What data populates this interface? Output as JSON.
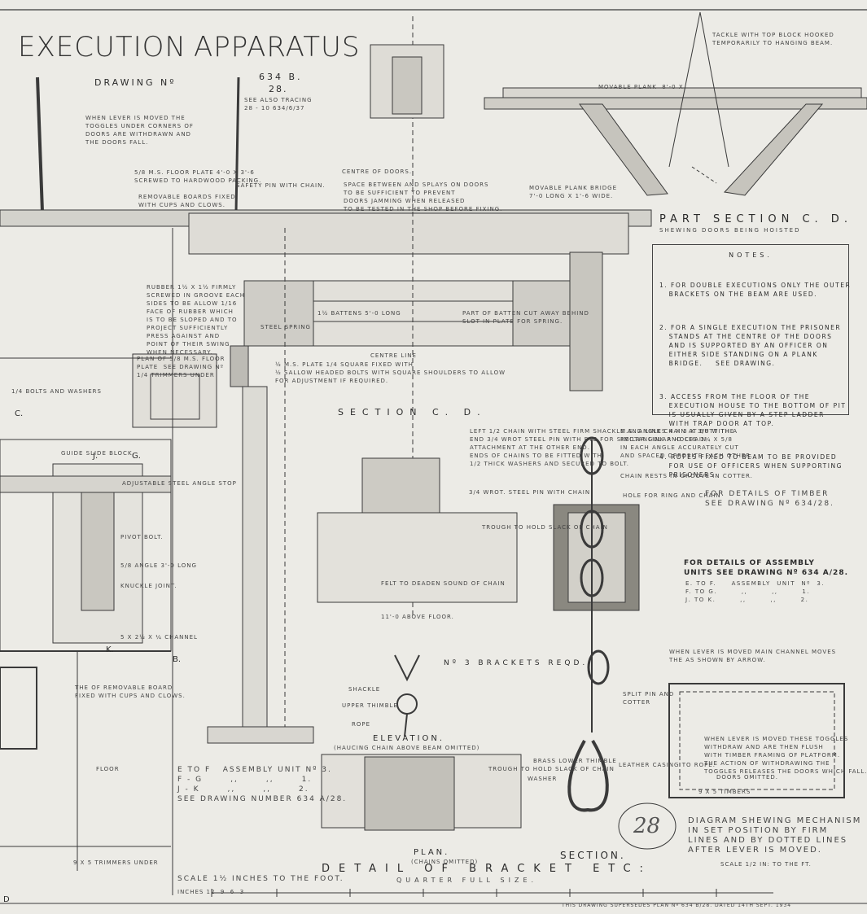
{
  "title_left": "EXECUTION",
  "title_right": "APPARATUS",
  "drawing_no_label": "DRAWING Nº",
  "drawing_no_value": "634 B.",
  "drawing_no_sub": "28.",
  "see_also": "SEE ALSO TRACING 28 - 10 634/6/37",
  "sections": {
    "part_section": "PART SECTION C. D.",
    "part_section_sub": "SHEWING DOORS BEING HOISTED",
    "section_cd": "SECTION C. D.",
    "elevation": "ELEVATION.",
    "elevation_sub": "(HAUCING CHAIN ABOVE BEAM OMITTED)",
    "plan": "PLAN.",
    "plan_sub": "(CHAINS OMITTED)",
    "section": "SECTION.",
    "detail": "DETAIL OF BRACKET ETC:",
    "detail_sub": "QUARTER FULL SIZE.",
    "brackets_reqd": "Nº 3 BRACKETS REQD."
  },
  "notes": {
    "header": "NOTES.",
    "items": [
      "1. FOR DOUBLE EXECUTIONS ONLY THE OUTER\n   BRACKETS ON THE BEAM ARE USED.",
      "2. FOR A SINGLE EXECUTION THE PRISONER\n   STANDS AT THE CENTRE OF THE DOORS\n   AND IS SUPPORTED BY AN OFFICER ON\n   EITHER SIDE STANDING ON A PLANK\n   BRIDGE.    SEE DRAWING.",
      "3. ACCESS FROM THE FLOOR OF THE\n   EXECUTION HOUSE TO THE BOTTOM OF PIT\n   IS USUALLY GIVEN BY A STEP LADDER\n   WITH TRAP DOOR AT TOP.",
      "4. ROPES FIXED TO BEAM TO BE PROVIDED\n   FOR USE OF OFFICERS WHEN SUPPORTING\n   PRISONERS."
    ]
  },
  "timber_ref": "FOR DETAILS OF TIMBER\nSEE DRAWING Nº 634/28.",
  "assembly_ref": {
    "heading": "FOR DETAILS OF ASSEMBLY\nUNITS SEE DRAWING Nº 634 A/28.",
    "rows": "E. TO F.     ASSEMBLY  UNIT  Nº  3.\nF. TO G.        ,,        ,,        1.\nJ. TO K.        ,,        ,,        2."
  },
  "assembly_left": "E TO F   ASSEMBLY UNIT Nº 3.\nF - G       ,,       ,,       1.\nJ - K       ,,       ,,       2.\nSEE DRAWING NUMBER 634 A/28.",
  "diagram_caption": "DIAGRAM SHEWING MECHANISM\nIN SET POSITION BY FIRM\nLINES AND BY DOTTED LINES\nAFTER LEVER IS MOVED.",
  "diagram_scale": "SCALE 1/2 IN: TO THE FT.",
  "scale_note": "SCALE 1½ INCHES TO THE FOOT.",
  "scale_bar_label": "INCHES 12  9  6  3",
  "supersedes": "THIS DRAWING SUPERSEDES PLAN Nº 634 B/28. DATED 14TH SEPT. 1934",
  "handwritten_mark": "28",
  "reference_letters": {
    "c": "C.",
    "j": "J.",
    "g": "G.",
    "k": "K.",
    "b": "B.",
    "d": "D"
  },
  "annotations": {
    "lever_note": "WHEN LEVER IS MOVED THE\nTOGGLES UNDER CORNERS OF\nDOORS ARE WITHDRAWN AND\nTHE DOORS FALL.",
    "floor_plate": "5/8 M.S. FLOOR PLATE 4'-0 X 3'-6\nSCREWED TO HARDWOOD PACKING.",
    "removable_boards": "REMOVABLE BOARDS FIXED\nWITH CUPS AND CLOWS.",
    "safety_pin": "SAFETY PIN WITH CHAIN.",
    "centre_doors": "CENTRE OF DOORS.",
    "space_note": "SPACE BETWEEN AND SPLAYS ON DOORS\nTO BE SUFFICIENT TO PREVENT\nDOORS JAMMING WHEN RELEASED\nTO BE TESTED IN THE SHOP BEFORE FIXING.",
    "movable_plank": "MOVABLE PLANK BRIDGE\n7'-0 LONG X 1'-6 WIDE.",
    "movable_plank_top": "MOVABLE PLANK  8'-0 X",
    "tackle": "TACKLE WITH TOP BLOCK HOOKED\nTEMPORARILY TO HANGING BEAM.",
    "steel_spring": "STEEL SPRING",
    "battens": "1½ BATTENS 5'-0 LONG",
    "part_batten": "PART OF BATTEN CUT AWAY BEHIND\nSLOT IN PLATE FOR SPRING.",
    "centre_line": "CENTRE LINE",
    "plate_bolts": "½ M.S. PLATE 1/4 SQUARE FIXED WITH\n½ SALLOW HEADED BOLTS WITH SQUARE SHOULDERS TO ALLOW\nFOR ADJUSTMENT IF REQUIRED.",
    "plan_floor_plate": "PLAN OF 5/8 M.S. FLOOR\nPLATE  SEE DRAWING Nº\n1/4 TRIMMERS UNDER",
    "shackle": "SHACKLE",
    "upper_thimble": "UPPER THIMBLE",
    "rope": "ROPE",
    "chain_note": "LEFT 1/2 CHAIN WITH STEEL FIRM SHACKLE AND LINK CHAIN AT BUTT THE\nEND 3/4 WROT STEEL PIN WITH EYE FOR SIMILAR LINK AND CHAIN\nATTACHMENT AT THE OTHER END.\nENDS OF CHAINS TO BE FITTED WITH\n1/2 THICK WASHERS AND SECURED TO BOLT.",
    "angles_note": "M.S. ANGLES 4 X 3 X 3/8 WITH A\nRECTANGULAR HOLES 1¼ X 5/8\nIN EACH ANGLE ACCURATELY CUT\nAND SPACED OPPOSITE EACH OTHER.",
    "wrot_pin": "3/4 WROT. STEEL PIN WITH CHAIN",
    "hole_ring": "HOLE FOR RING AND CHAIN",
    "chain_rests": "CHAIN RESTS IN GROOVE IN COTTER.",
    "trough": "TROUGH TO HOLD SLACK OF CHAIN",
    "felt": "FELT TO DEADEN SOUND OF CHAIN",
    "above_floor": "11'-0 ABOVE FLOOR.",
    "split_pin": "SPLIT PIN AND\nCOTTER",
    "leather_casing": "LEATHER CASING TO ROPE.",
    "lower_thimble": "BRASS LOWER THIMBLE",
    "washer": "WASHER",
    "lever_main_channel": "WHEN LEVER IS MOVED MAIN CHANNEL MOVES\nTHE AS SHOWN BY ARROW.",
    "toggle_note": "WHEN LEVER IS MOVED THESE TOGGLES\nWITHDRAW AND ARE THEN FLUSH\nWITH TIMBER FRAMING OF PLATFORM.\nTHE ACTION OF WITHDRAWING THE\nTOGGLES RELEASES THE DOORS WHICH FALL.",
    "doors_omitted": "DOORS OMITTED.",
    "timbers": "9 X 5 TIMBERS",
    "floor": "FLOOR",
    "trimmers_under": "9 X 5 TRIMMERS UNDER",
    "bolts_washers": "1/4 BOLTS AND WASHERS",
    "pivot_bolt": "PIVOT BOLT.",
    "knuckle_joint": "KNUCKLE JOINT.",
    "angle_long": "5/8 ANGLE 3'-0 LONG",
    "channel": "5 X 2½ X ¼ CHANNEL",
    "guide_slide": "GUIDE SLIDE BLOCK.",
    "adjustable": "ADJUSTABLE STEEL ANGLE STOP",
    "removable_boards_2": "THE OF REMOVABLE BOARD\nFIXED WITH CUPS AND CLOWS.",
    "rubber": "RUBBER 1½ X 1½ FIRMLY\nSCREWED IN GROOVE EACH\nSIDES TO BE ALLOW 1/16\nFACE OF RUBBER WHICH\nIS TO BE SLOPED AND TO\nPROJECT SUFFICIENTLY\nPRESS AGAINST AND\nPOINT OF THEIR SWING\nWHEN NECESSARY."
  }
}
